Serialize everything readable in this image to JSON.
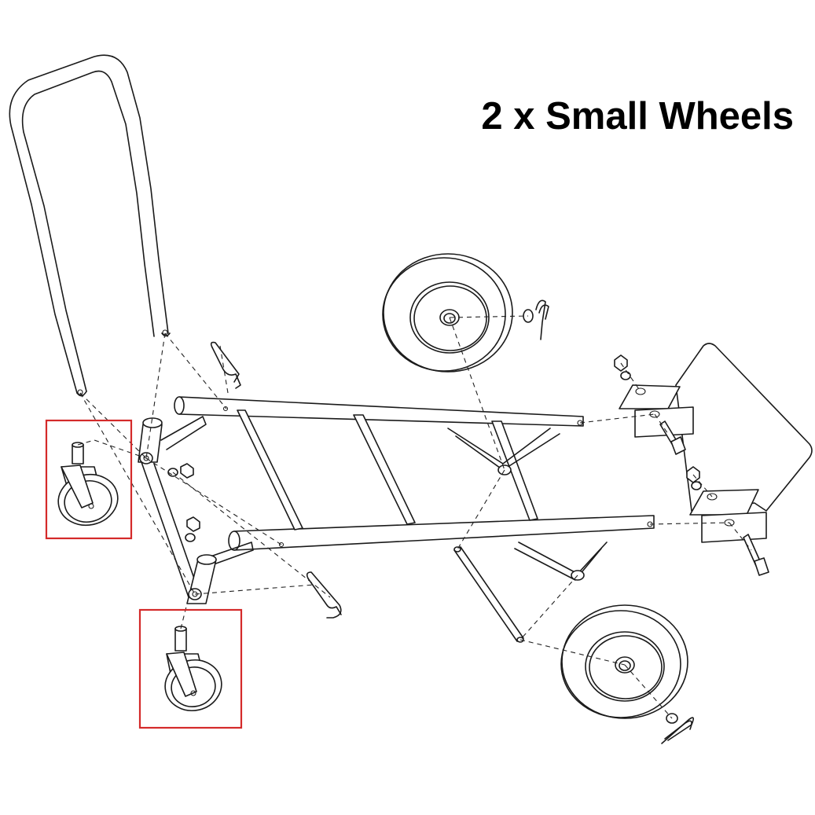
{
  "title": "2 x Small Wheels",
  "highlight_color": "#d42a2a",
  "diagram": {
    "kind": "exploded-assembly",
    "highlighted_parts": [
      "small-caster-wheel-left",
      "small-caster-wheel-bottom"
    ]
  }
}
